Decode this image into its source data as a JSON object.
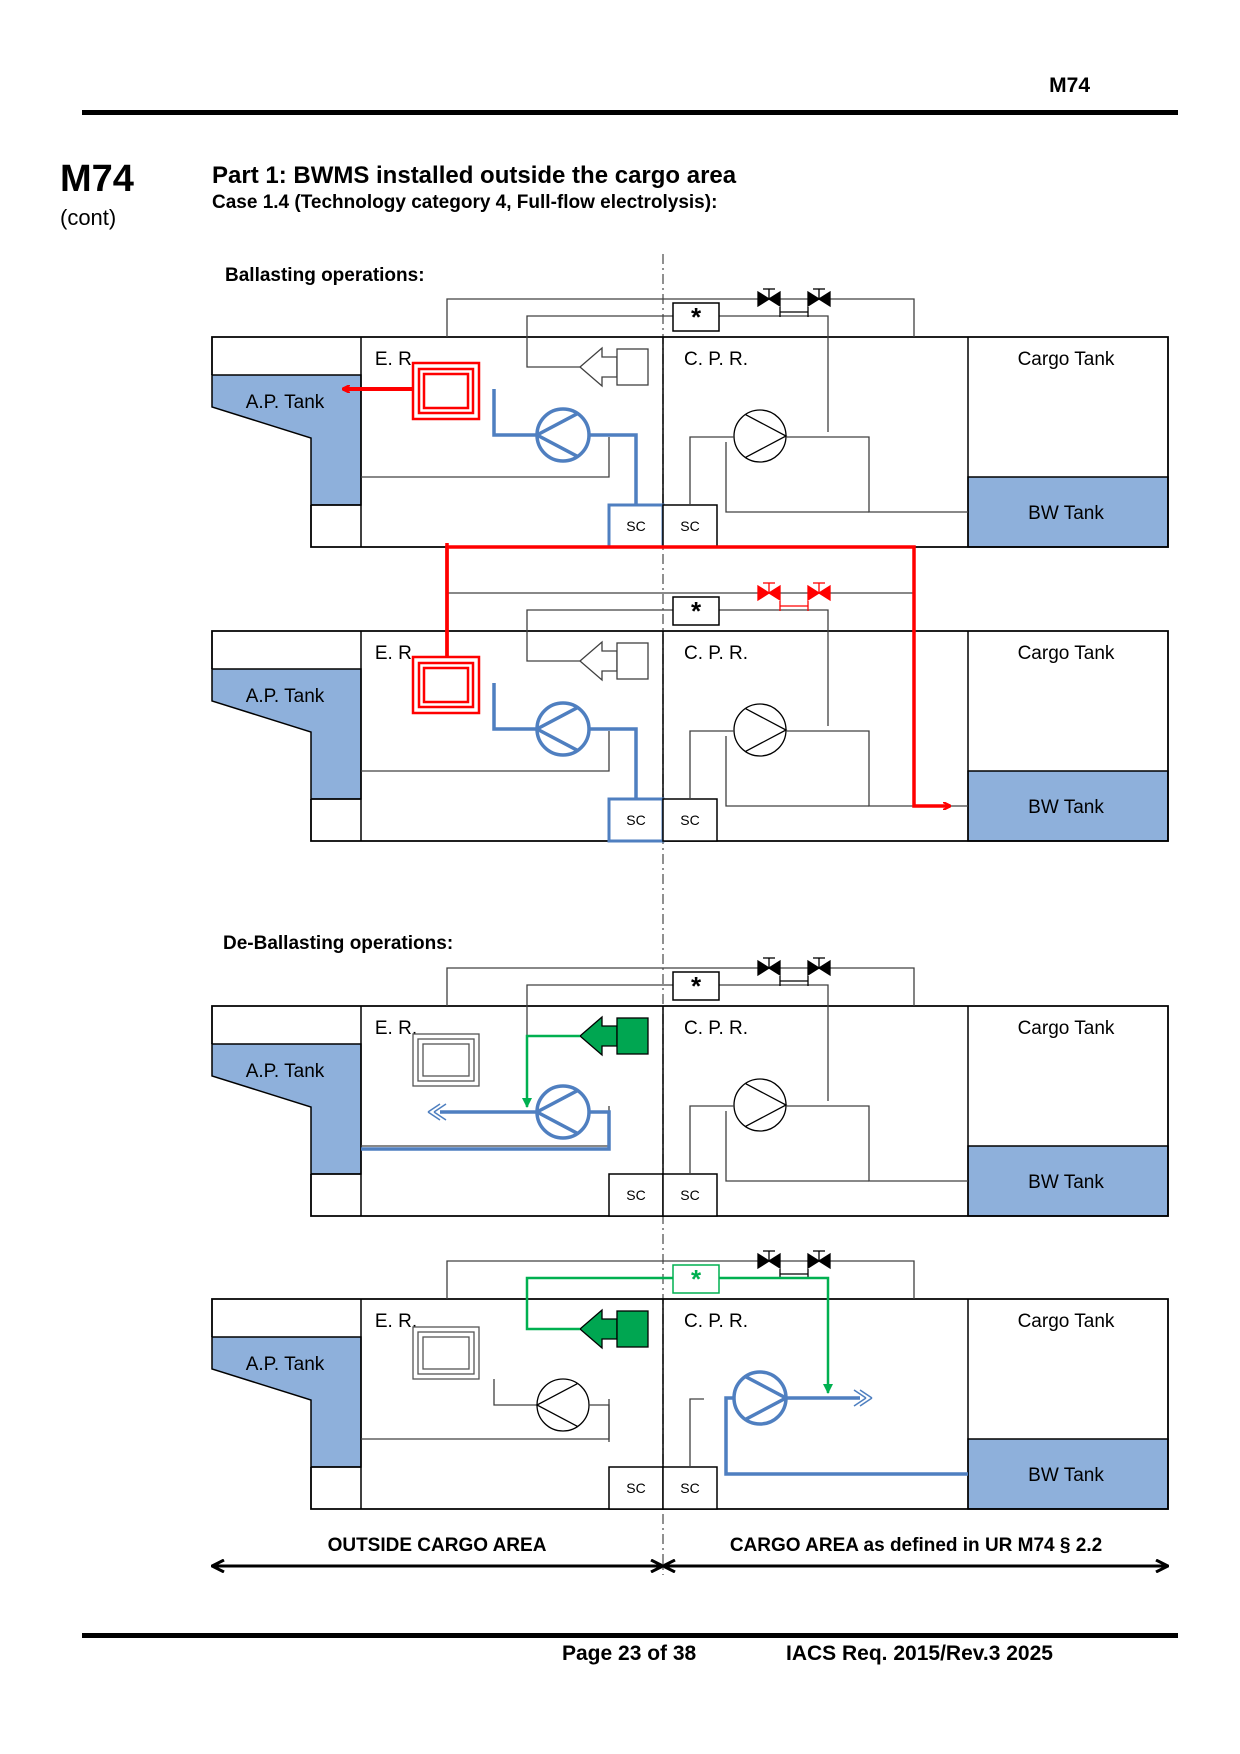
{
  "header": {
    "code": "M74"
  },
  "side": {
    "code": "M74",
    "cont": "(cont)"
  },
  "title": {
    "part": "Part 1: BWMS installed outside the cargo area",
    "case": "Case 1.4 (Technology category 4, Full-flow  electrolysis):"
  },
  "sections": {
    "ballasting": "Ballasting operations:",
    "deballasting": "De-Ballasting operations:"
  },
  "labels": {
    "er": "E. R.",
    "cpr": "C. P. R.",
    "cargo_tank": "Cargo Tank",
    "ap_tank": "A.P. Tank",
    "bw_tank": "BW Tank",
    "sc": "SC",
    "star": "*"
  },
  "areas": {
    "outside": "OUTSIDE CARGO AREA",
    "cargo": "CARGO AREA as defined in UR M74 § 2.2"
  },
  "footer": {
    "page": "Page 23 of 38",
    "ref": "IACS Req. 2015/Rev.3 2025"
  },
  "colors": {
    "tank_fill": "#8eb0db",
    "blue_line": "#4f7fc0",
    "red_line": "#ff0000",
    "green_line": "#00b050",
    "green_fill": "#00a651",
    "grey_line": "#404040"
  }
}
